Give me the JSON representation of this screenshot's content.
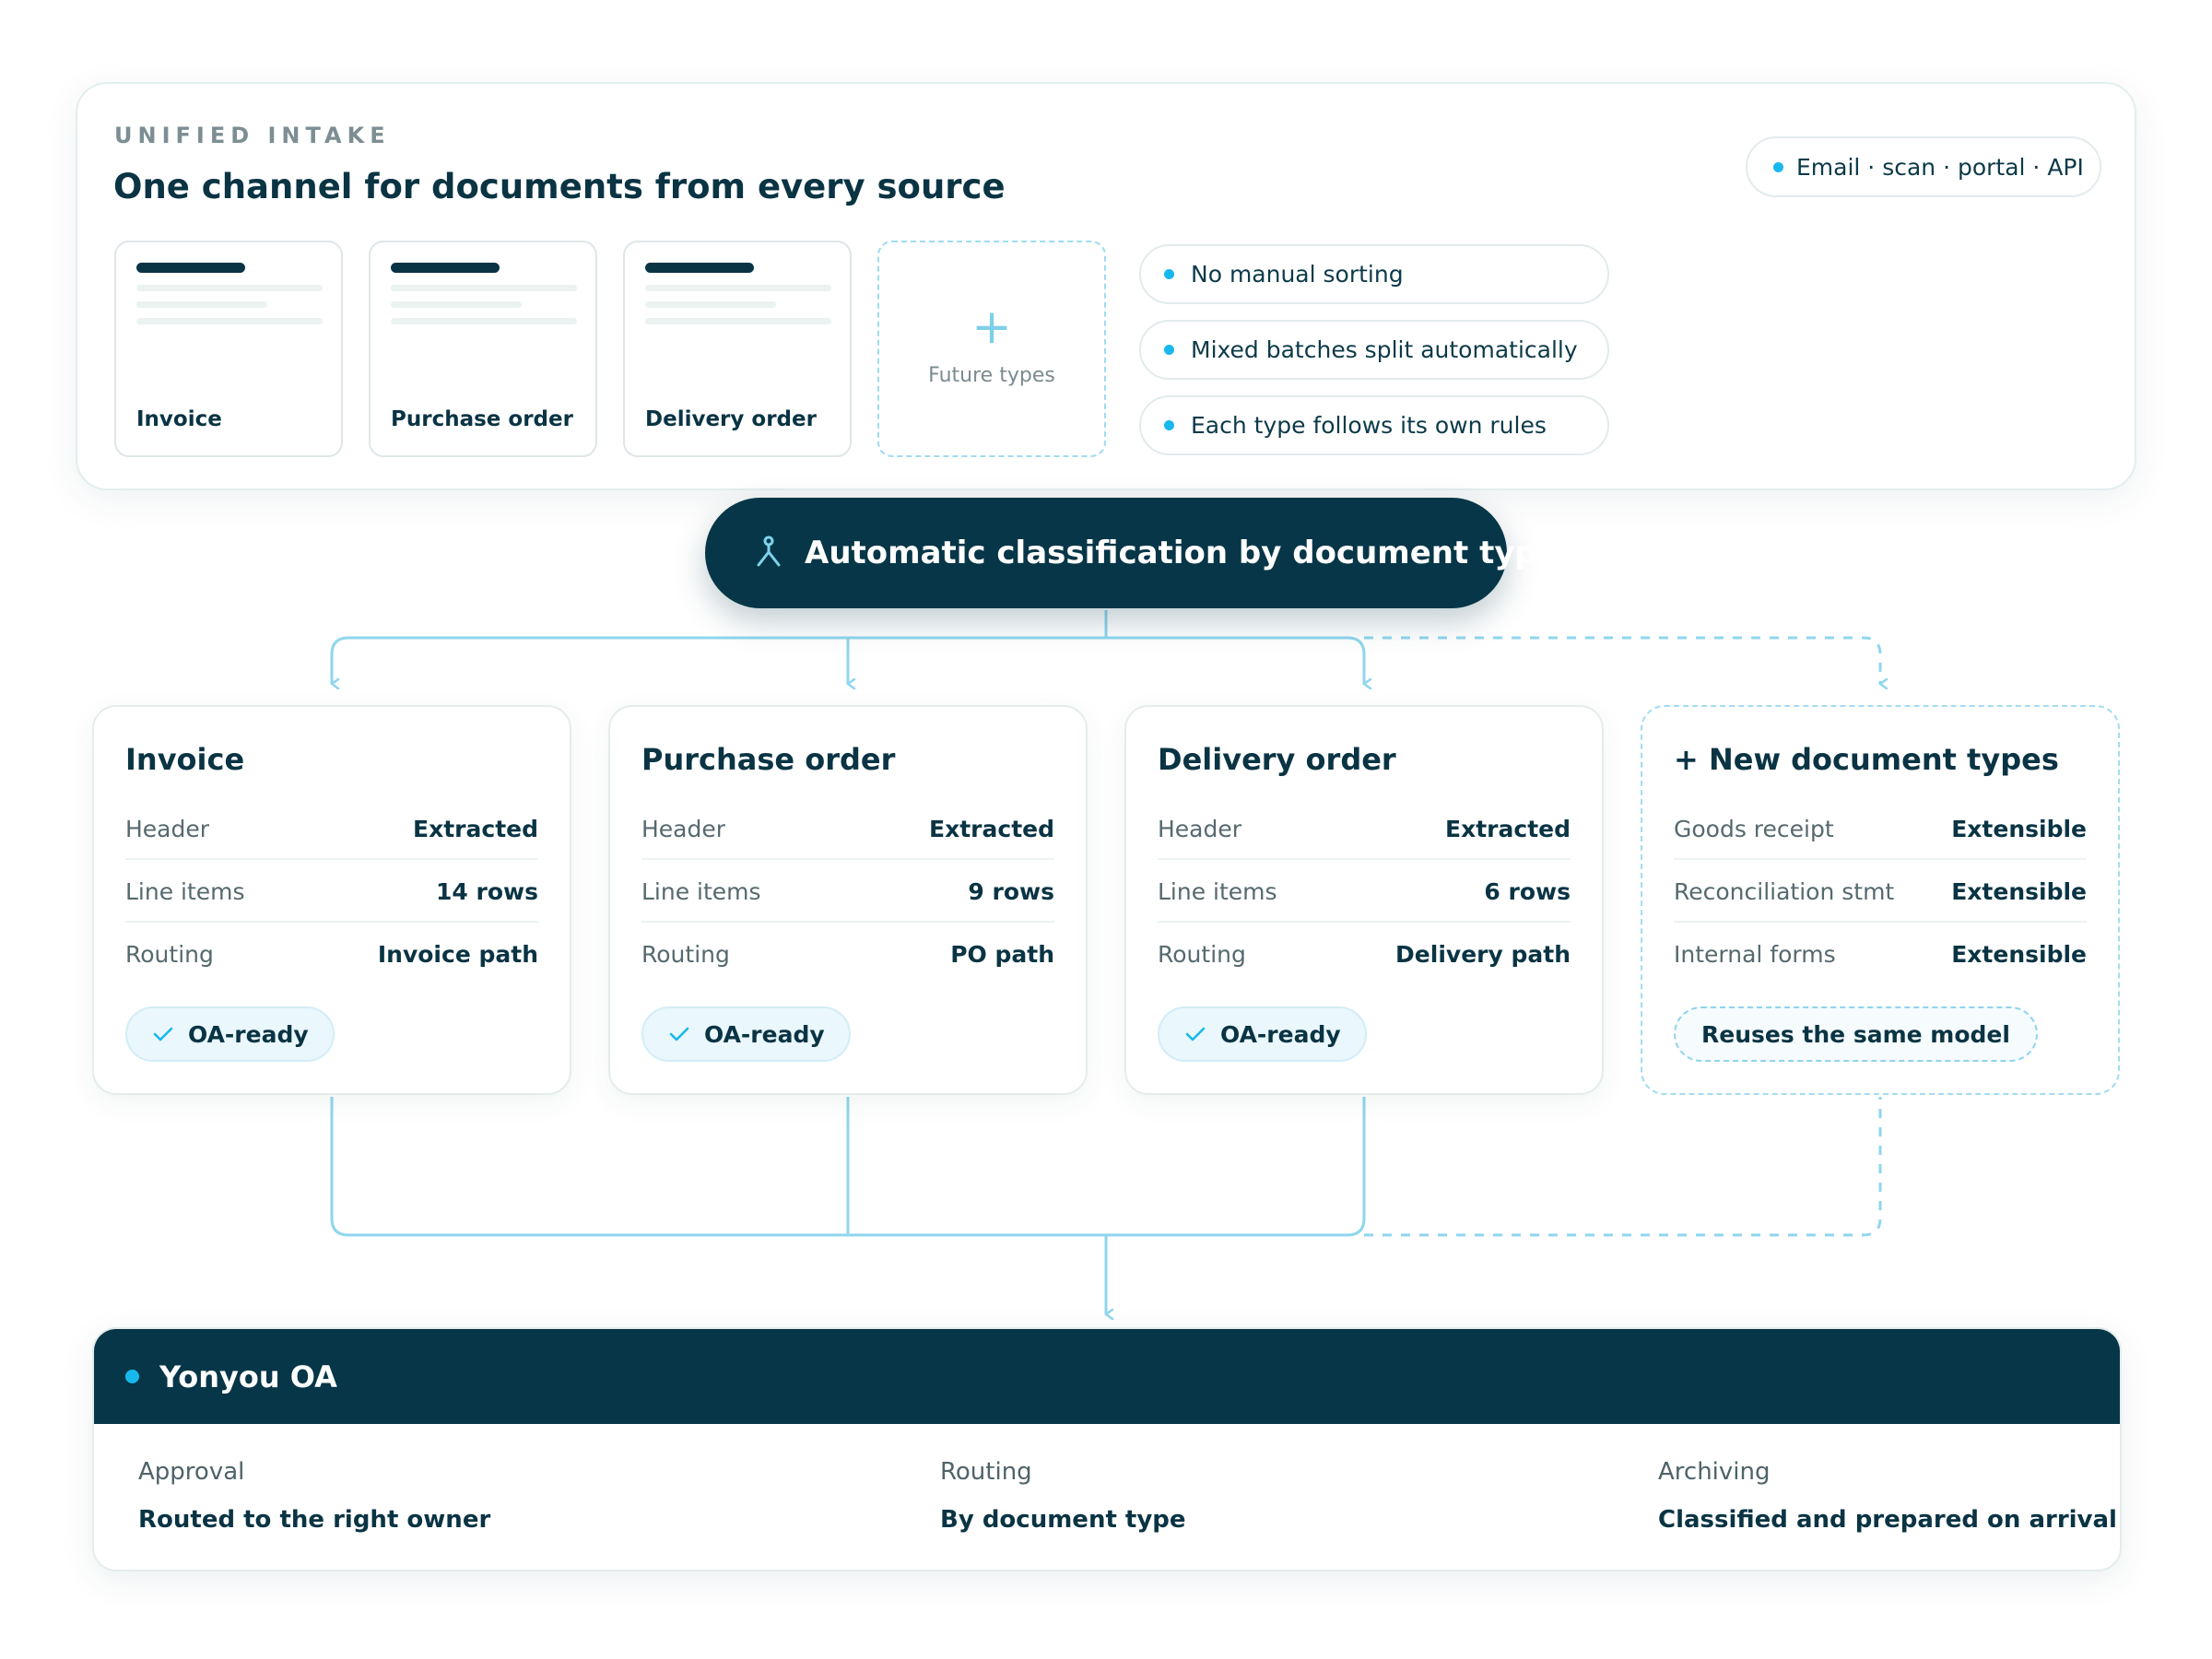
{
  "colors": {
    "dark_teal": "#063647",
    "accent_blue": "#18b8ee",
    "connector": "#8fd6ee",
    "border": "#e4ecec"
  },
  "intake": {
    "eyebrow": "UNIFIED INTAKE",
    "title": "One channel for documents from every source",
    "sources": "Email · scan · portal · API",
    "documents": [
      {
        "label": "Invoice"
      },
      {
        "label": "Purchase order"
      },
      {
        "label": "Delivery order"
      }
    ],
    "future": {
      "icon": "plus-icon",
      "label": "Future types"
    },
    "features": [
      "No manual sorting",
      "Mixed batches split automatically",
      "Each type follows its own rules"
    ]
  },
  "classification": {
    "icon": "split-icon",
    "label": "Automatic classification by document type"
  },
  "types": [
    {
      "title": "Invoice",
      "rows": [
        {
          "key": "Header",
          "value": "Extracted"
        },
        {
          "key": "Line items",
          "value": "14 rows"
        },
        {
          "key": "Routing",
          "value": "Invoice path"
        }
      ],
      "badge": "OA-ready"
    },
    {
      "title": "Purchase order",
      "rows": [
        {
          "key": "Header",
          "value": "Extracted"
        },
        {
          "key": "Line items",
          "value": "9 rows"
        },
        {
          "key": "Routing",
          "value": "PO path"
        }
      ],
      "badge": "OA-ready"
    },
    {
      "title": "Delivery order",
      "rows": [
        {
          "key": "Header",
          "value": "Extracted"
        },
        {
          "key": "Line items",
          "value": "6 rows"
        },
        {
          "key": "Routing",
          "value": "Delivery path"
        }
      ],
      "badge": "OA-ready"
    }
  ],
  "new_types": {
    "title": "+ New document types",
    "rows": [
      {
        "key": "Goods receipt",
        "value": "Extensible"
      },
      {
        "key": "Reconciliation stmt",
        "value": "Extensible"
      },
      {
        "key": "Internal forms",
        "value": "Extensible"
      }
    ],
    "note": "Reuses the same model"
  },
  "oa": {
    "title": "Yonyou OA",
    "columns": [
      {
        "key": "Approval",
        "value": "Routed to the right owner"
      },
      {
        "key": "Routing",
        "value": "By document type"
      },
      {
        "key": "Archiving",
        "value": "Classified and prepared on arrival"
      }
    ]
  }
}
